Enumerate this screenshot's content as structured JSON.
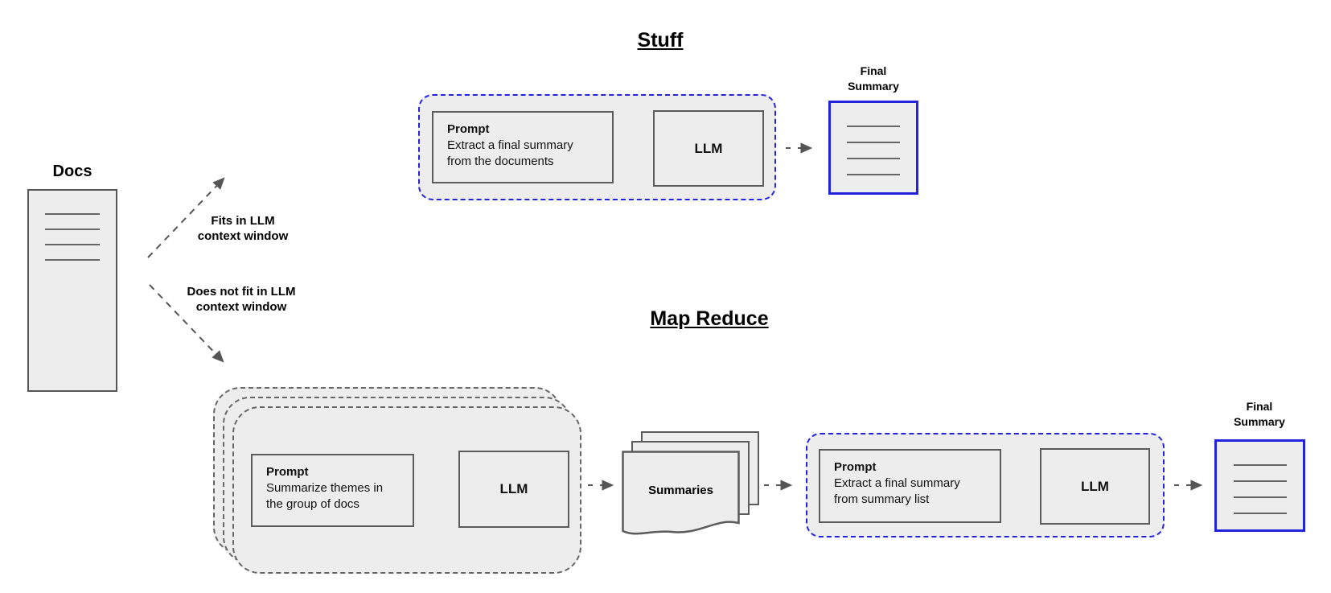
{
  "colors": {
    "accent_blue": "#2323dd",
    "box_fill": "#ededed",
    "border_gray": "#5b5b5b",
    "arrow_gray": "#555555"
  },
  "docs": {
    "label": "Docs"
  },
  "branches": {
    "fits_label": "Fits in LLM\ncontext window",
    "not_fit_label": "Does not fit in LLM\ncontext window"
  },
  "stuff": {
    "title": "Stuff",
    "prompt_heading": "Prompt",
    "prompt_body": "Extract a final summary\nfrom the documents",
    "llm_label": "LLM",
    "final_summary_label": "Final\nSummary"
  },
  "map_reduce": {
    "title": "Map Reduce",
    "map_prompt_heading": "Prompt",
    "map_prompt_body": "Summarize themes in\nthe group of docs",
    "map_llm_label": "LLM",
    "summaries_label": "Summaries",
    "reduce_prompt_heading": "Prompt",
    "reduce_prompt_body": "Extract a final summary\nfrom summary list",
    "reduce_llm_label": "LLM",
    "final_summary_label": "Final\nSummary"
  }
}
